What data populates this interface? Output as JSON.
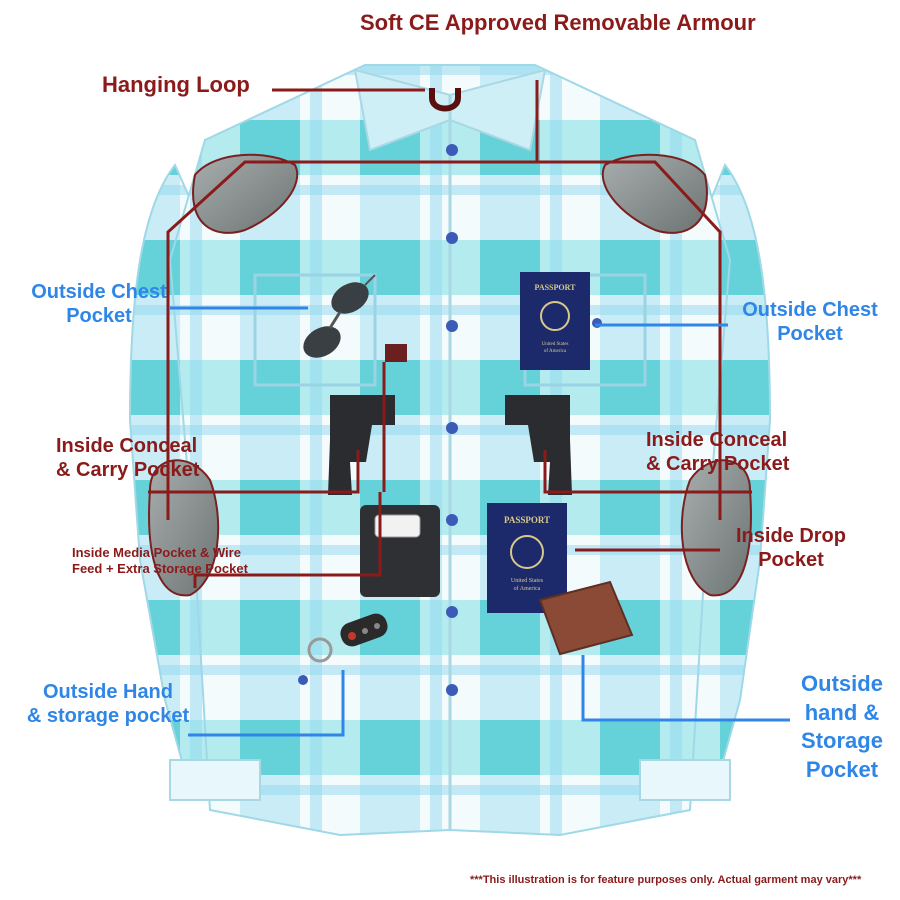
{
  "labels": {
    "armour": "Soft CE Approved Removable Armour",
    "hanging_loop": "Hanging Loop",
    "outside_chest_left_1": "Outside Chest",
    "outside_chest_left_2": "Pocket",
    "outside_chest_right_1": "Outside Chest",
    "outside_chest_right_2": "Pocket",
    "conceal_left_1": "Inside Conceal",
    "conceal_left_2": "& Carry Pocket",
    "conceal_right_1": "Inside Conceal",
    "conceal_right_2": "& Carry Pocket",
    "media_1": "Inside Media Pocket & Wire",
    "media_2": "Feed + Extra Storage Pocket",
    "drop_1": "Inside Drop",
    "drop_2": "Pocket",
    "hand_left_1": "Outside Hand",
    "hand_left_2": "& storage pocket",
    "hand_right_1": "Outside",
    "hand_right_2": "hand &",
    "hand_right_3": "Storage",
    "hand_right_4": "Pocket",
    "passport_word": "PASSPORT",
    "passport_country_1": "United States",
    "passport_country_2": "of America",
    "disclaimer": "***This illustration is for feature purposes only.  Actual garment may vary***"
  },
  "colors": {
    "label_red": "#8b1a1a",
    "label_blue": "#2f86e6",
    "shirt_teal": "#4fd0d6",
    "shirt_light": "#cfeff7",
    "shirt_white": "#f4fbfd",
    "armour_gray": "#8a9190",
    "button_blue": "#3c5bb8",
    "passport_navy": "#1c2a6b",
    "wallet_brown": "#8a4a36"
  },
  "icons": [
    "shirt-image",
    "armour-pad-icon",
    "sunglasses-icon",
    "passport-icon",
    "handgun-icon",
    "phone-icon",
    "car-key-icon",
    "wallet-icon",
    "hanging-loop-icon"
  ]
}
